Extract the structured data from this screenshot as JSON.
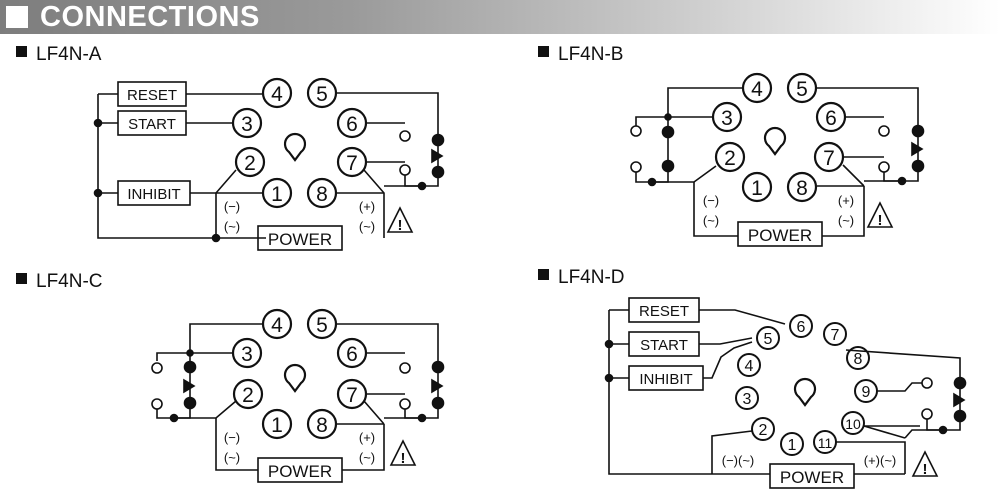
{
  "header": {
    "title": "CONNECTIONS"
  },
  "sections": {
    "a": {
      "title": "LF4N-A"
    },
    "b": {
      "title": "LF4N-B"
    },
    "c": {
      "title": "LF4N-C"
    },
    "d": {
      "title": "LF4N-D"
    }
  },
  "labels": {
    "reset": "RESET",
    "start": "START",
    "inhibit": "INHIBIT",
    "power": "POWER",
    "minus": "(−)",
    "plus": "(+)",
    "ac": "(~)",
    "minus_ac": "(−)(~)",
    "plus_ac": "(+)(~)",
    "warning": "!"
  },
  "pins": {
    "p1": "1",
    "p2": "2",
    "p3": "3",
    "p4": "4",
    "p5": "5",
    "p6": "6",
    "p7": "7",
    "p8": "8",
    "p9": "9",
    "p10": "10",
    "p11": "11"
  }
}
